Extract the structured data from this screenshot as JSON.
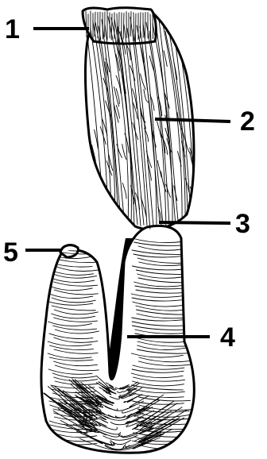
{
  "figure": {
    "labels": [
      "1",
      "2",
      "3",
      "4",
      "5"
    ]
  },
  "colors": {
    "ink": "#000000",
    "paper": "#ffffff"
  }
}
